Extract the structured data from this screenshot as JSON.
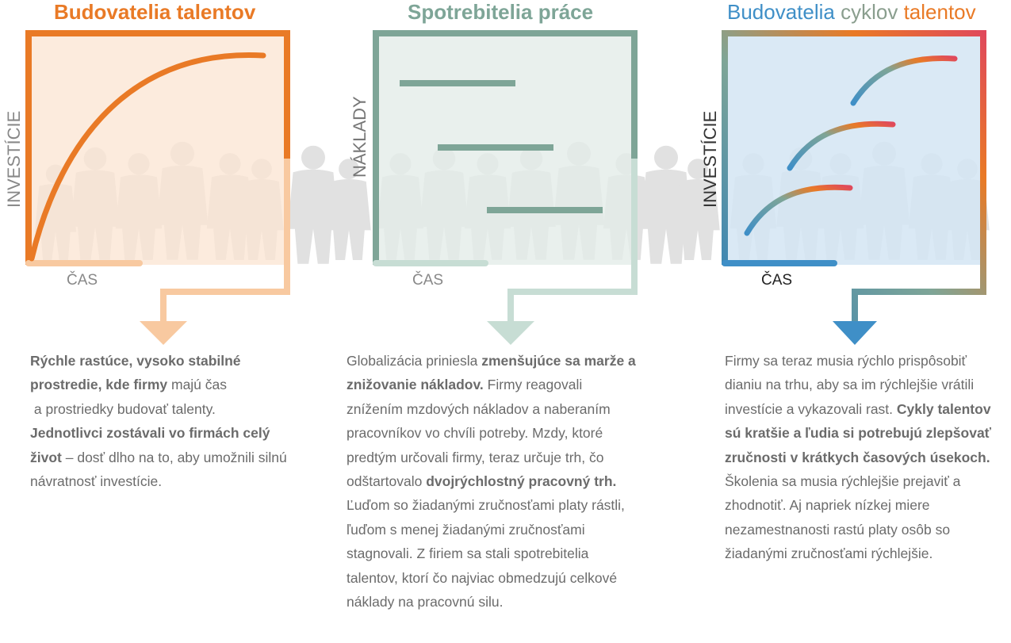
{
  "colors": {
    "orange": "#E97A26",
    "orange_light": "#F8C9A0",
    "teal": "#7EA597",
    "teal_light": "#C7DDD4",
    "blue": "#3F8FC7",
    "blue_dark": "#2F7FB8",
    "red": "#E0495B",
    "gray_text": "#666666"
  },
  "panels": [
    {
      "title": "Budovatelia talentov",
      "y_label": "INVESTÍCIE",
      "x_label": "ČAS",
      "description": [
        {
          "text": "Rýchle rastúce, vysoko stabilné prostredie, kde firmy",
          "bold": true
        },
        {
          "text": " majú čas\n a prostriedky budovať talenty. ",
          "bold": false
        },
        {
          "text": "Jednotlivci zostávali vo firmách celý život",
          "bold": true
        },
        {
          "text": " – dosť dlho na to, aby umožnili silnú návratnosť investície.",
          "bold": false
        }
      ]
    },
    {
      "title": "Spotrebitelia práce",
      "y_label": "NÁKLADY",
      "x_label": "ČAS",
      "description": [
        {
          "text": "Globalizácia priniesla ",
          "bold": false
        },
        {
          "text": "zmenšujúce sa marže a znižovanie nákladov.",
          "bold": true
        },
        {
          "text": " Firmy reagovali znížením mzdových nákladov a naberaním pracovníkov vo chvíli potreby. Mzdy, ktoré predtým určovali firmy, teraz určuje trh, čo odštartovalo ",
          "bold": false
        },
        {
          "text": "dvojrýchlostný pracovný trh.",
          "bold": true
        },
        {
          "text": " Ľuďom so žiadanými zručnosťami platy rástli, ľuďom s menej žiadanými zručnosťami stagnovali. Z firiem sa stali spotrebitelia talentov, ktorí čo najviac obmedzujú celkové náklady na pracovnú silu.",
          "bold": false
        }
      ]
    },
    {
      "title_parts": [
        {
          "text": "Budovatelia",
          "color": "#3F8FC7"
        },
        {
          "text": " cyklov",
          "color": "#8A9E8E"
        },
        {
          "text": " talentov",
          "color": "#E97A26"
        }
      ],
      "y_label": "INVESTÍCIE",
      "x_label": "ČAS",
      "description": [
        {
          "text": "Firmy sa teraz musia rýchlo prispôsobiť dianiu na trhu, aby sa im rýchlejšie vrátili investície a vykazovali rast. ",
          "bold": false
        },
        {
          "text": "Cykly talentov sú kratšie a ľudia si potrebujú zlepšovať zručnosti v krátkych časových úsekoch.",
          "bold": true
        },
        {
          "text": " Školenia sa musia rýchlejšie prejaviť a zhodnotiť. Aj napriek nízkej miere nezamestnanosti rastú platy osôb so žiadanými zručnosťami rýchlejšie.",
          "bold": false
        }
      ]
    }
  ]
}
